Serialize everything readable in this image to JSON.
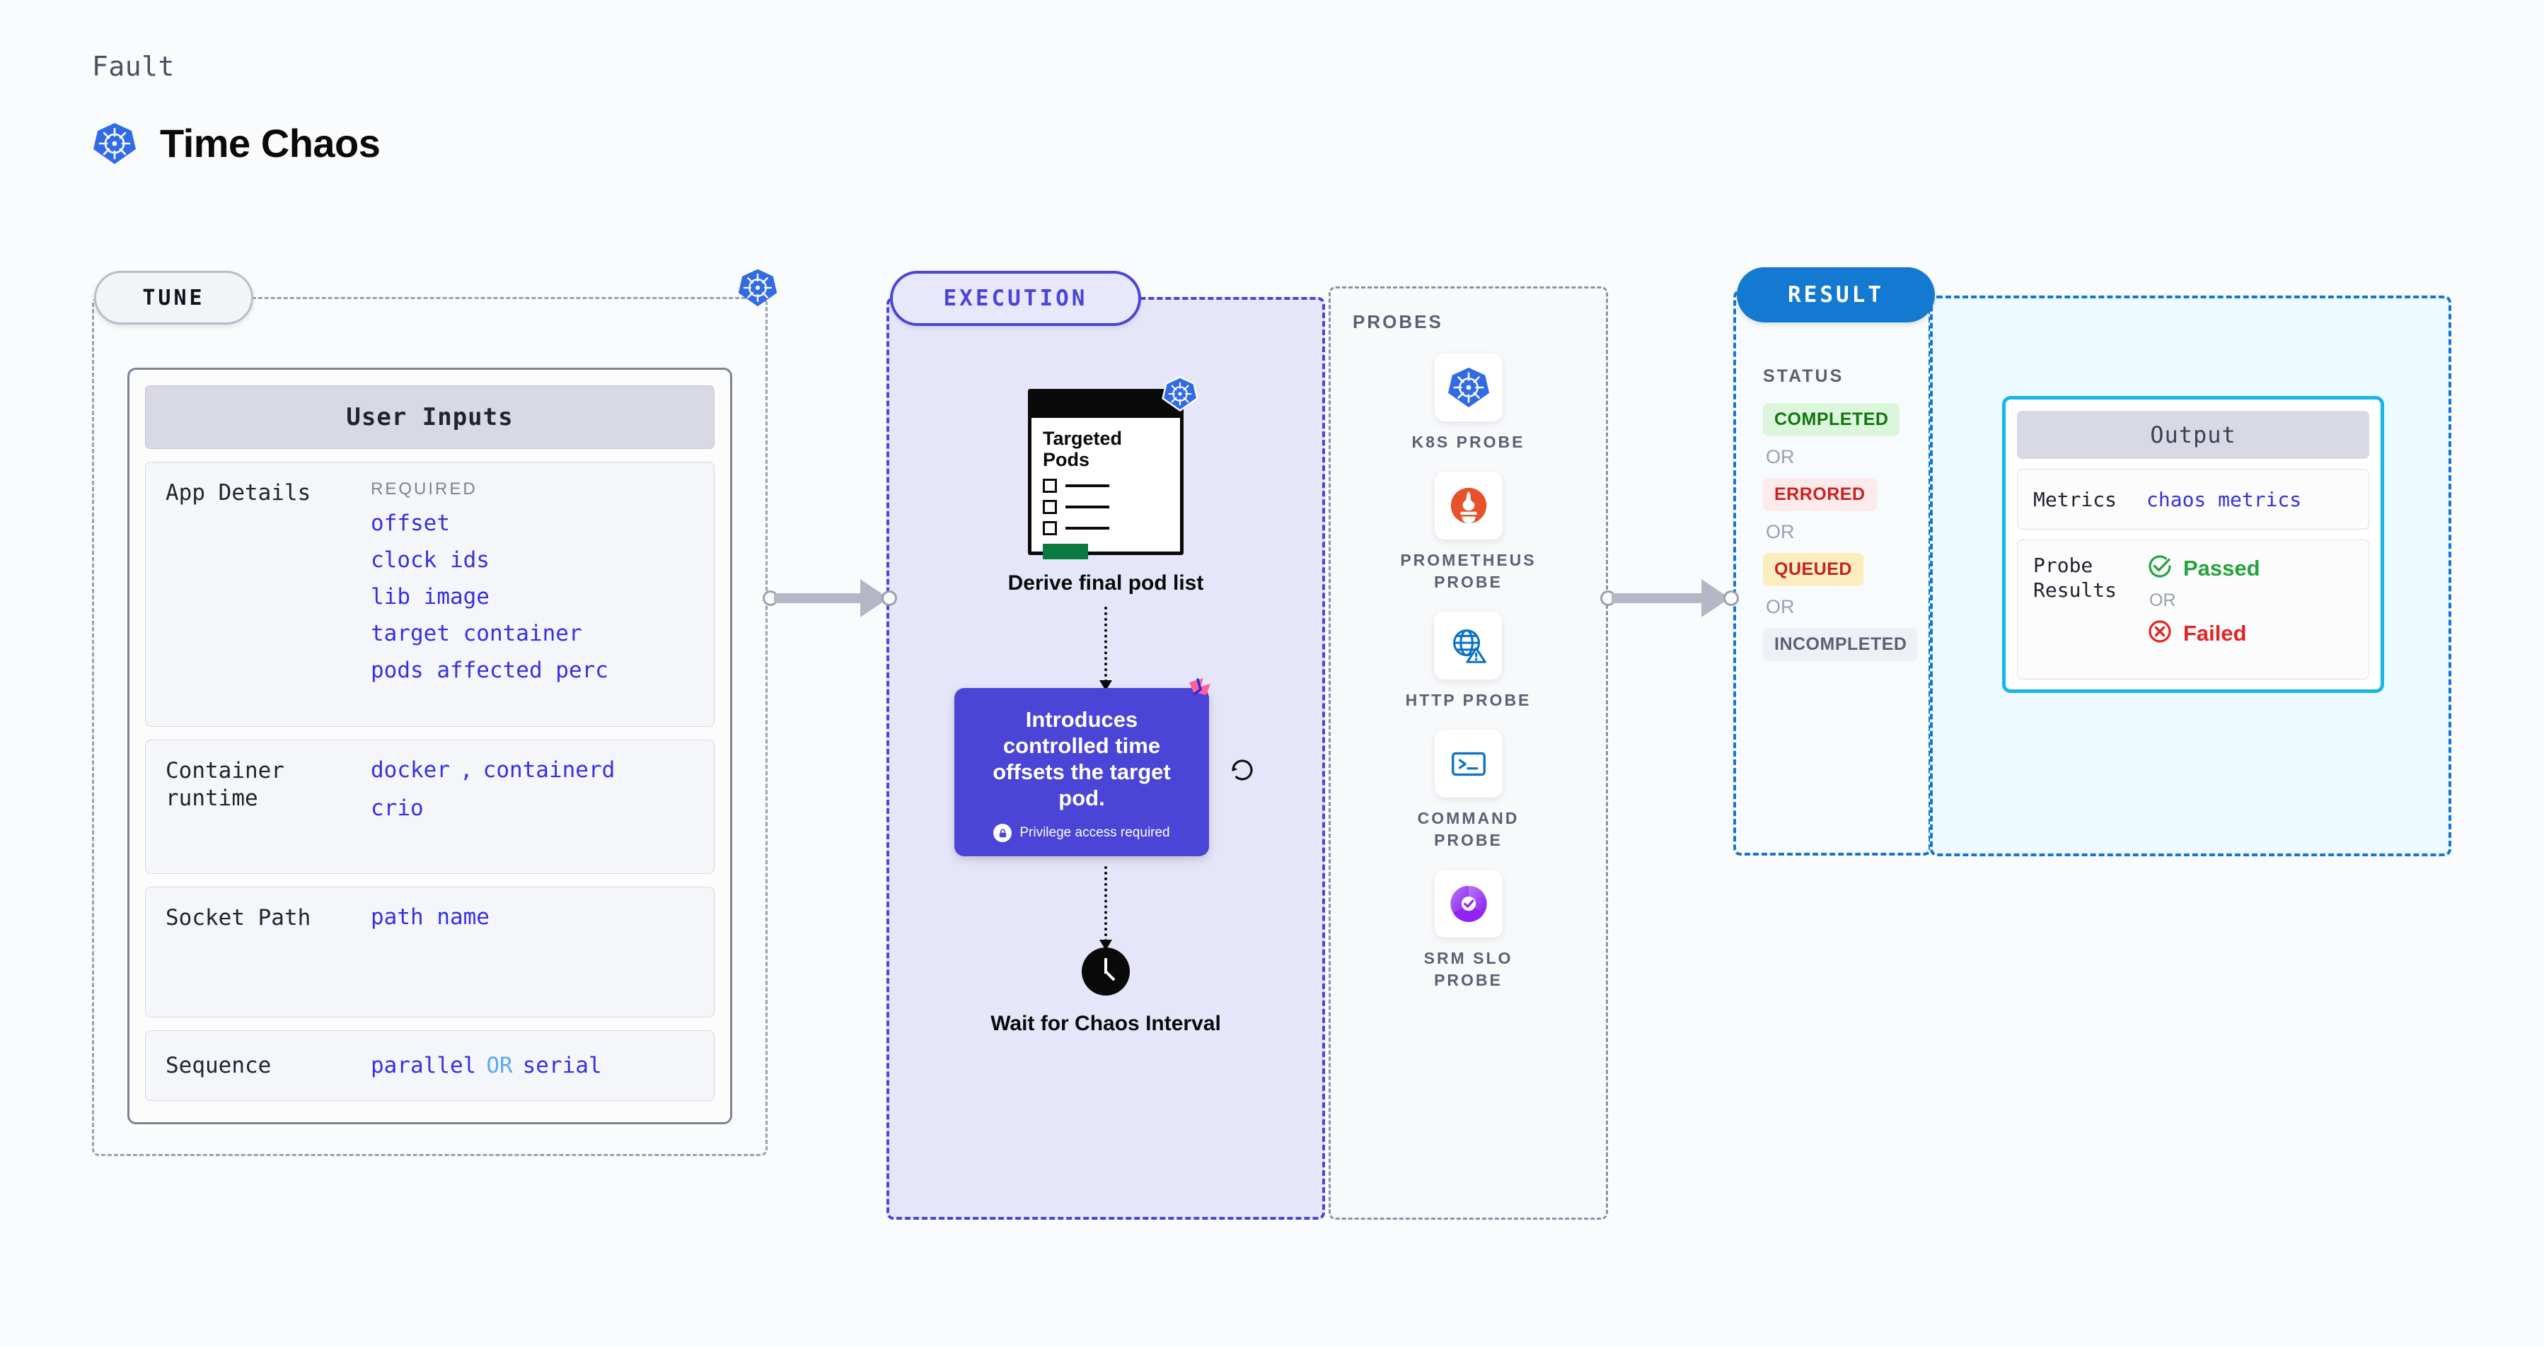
{
  "header": {
    "eyebrow": "Fault",
    "title": "Time Chaos",
    "icon": "kubernetes-icon"
  },
  "stages": {
    "tune": {
      "label": "TUNE"
    },
    "execution": {
      "label": "EXECUTION"
    },
    "result": {
      "label": "RESULT"
    }
  },
  "tune": {
    "card_title": "User Inputs",
    "platform_icon": "kubernetes-icon",
    "rows": [
      {
        "label": "App Details",
        "tag": "REQUIRED",
        "values": [
          "offset",
          "clock ids",
          "lib image",
          "target container",
          "pods affected perc"
        ]
      },
      {
        "label": "Container runtime",
        "values": [
          "docker",
          ",",
          "containerd",
          "crio"
        ]
      },
      {
        "label": "Socket Path",
        "values": [
          "path name"
        ]
      },
      {
        "label": "Sequence",
        "values": [
          "parallel",
          "OR",
          "serial"
        ]
      }
    ]
  },
  "execution": {
    "pods_card": {
      "title": "Targeted Pods",
      "icon": "kubernetes-icon",
      "checkbox_count": 3
    },
    "derive_label": "Derive final pod list",
    "description": {
      "text": "Introduces controlled time offsets the target pod.",
      "privilege_note": "Privilege access required",
      "lock_icon": "lock-icon",
      "flag_icon": "pink-flag-icon",
      "refresh_icon": "refresh-icon",
      "accent": "#4a45d6"
    },
    "wait_label": "Wait for Chaos Interval",
    "wait_icon": "clock-icon"
  },
  "probes": {
    "title": "PROBES",
    "items": [
      {
        "label": "K8S PROBE",
        "icon": "kubernetes-icon"
      },
      {
        "label": "PROMETHEUS PROBE",
        "icon": "prometheus-icon"
      },
      {
        "label": "HTTP PROBE",
        "icon": "http-globe-icon"
      },
      {
        "label": "COMMAND PROBE",
        "icon": "terminal-icon"
      },
      {
        "label": "SRM SLO PROBE",
        "icon": "srm-slo-icon"
      }
    ]
  },
  "result": {
    "status_title": "STATUS",
    "or_label": "OR",
    "statuses": [
      {
        "label": "COMPLETED",
        "color": "#13760f",
        "background": "#dcf5dd"
      },
      {
        "label": "ERRORED",
        "color": "#cc2121",
        "background": "#fdeaea"
      },
      {
        "label": "QUEUED",
        "color": "#c22222",
        "background": "#fcedbf"
      },
      {
        "label": "INCOMPLETED",
        "color": "#5b6172",
        "background": "#eff0f5"
      }
    ]
  },
  "output": {
    "card_title": "Output",
    "metrics_label": "Metrics",
    "metrics_value": "chaos metrics",
    "probe_results_label": "Probe Results",
    "passed_label": "Passed",
    "failed_label": "Failed",
    "or_label": "OR",
    "passed_icon": "check-circle-icon",
    "failed_icon": "x-circle-icon",
    "border_color": "#18b6e8"
  }
}
